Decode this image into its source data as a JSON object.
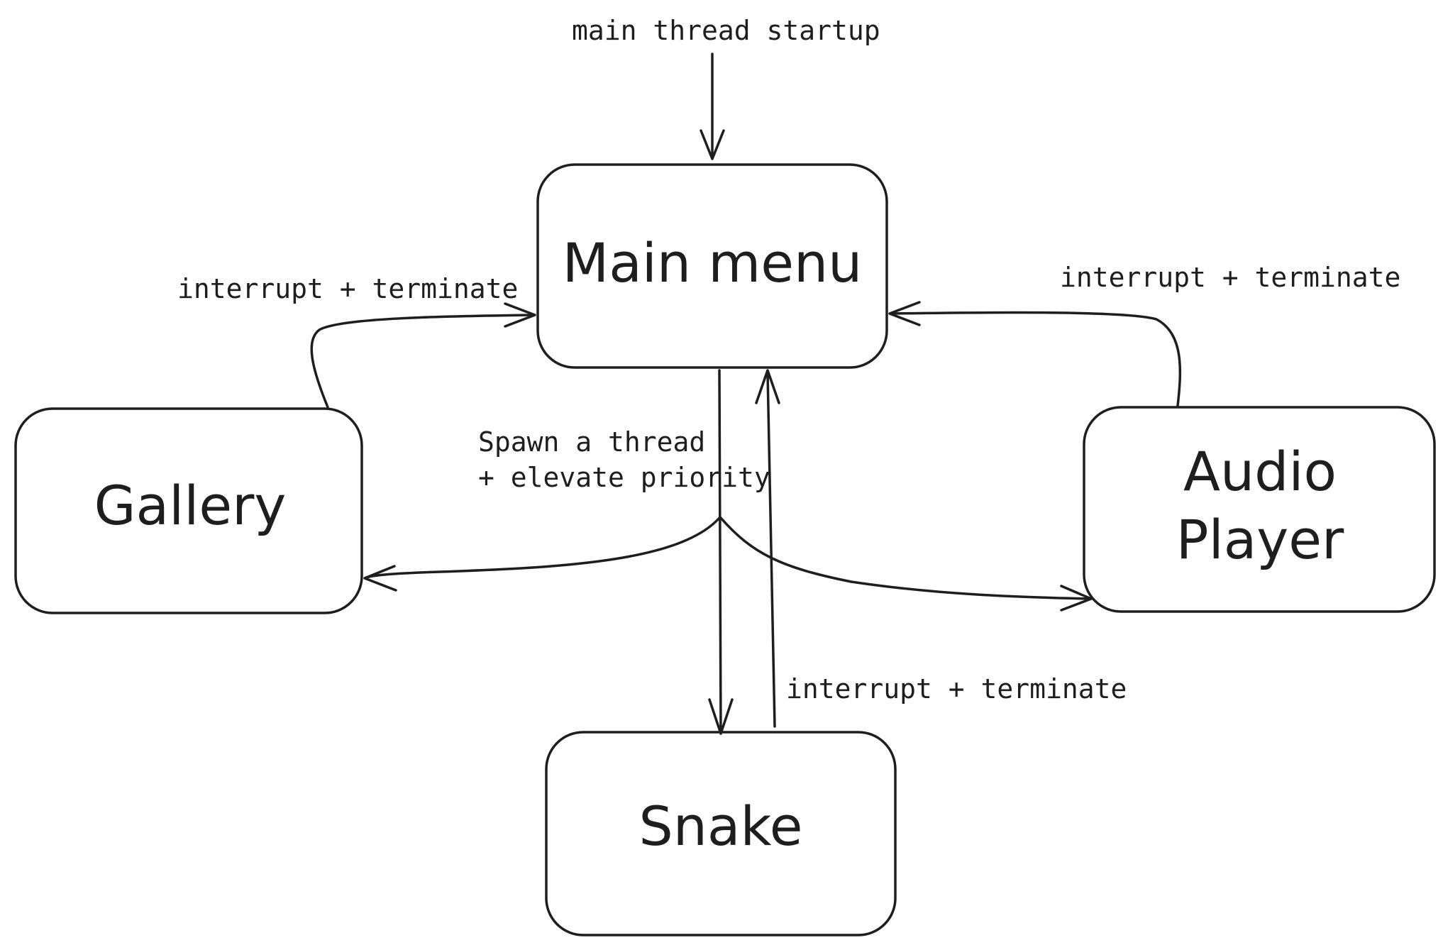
{
  "nodes": {
    "main_menu": "Main menu",
    "gallery": "Gallery",
    "audio_player_line1": "Audio",
    "audio_player_line2": "Player",
    "snake": "Snake"
  },
  "edges": {
    "startup": "main thread startup",
    "gallery_return": "interrupt + terminate",
    "audio_return": "interrupt + terminate",
    "snake_return": "interrupt + terminate",
    "spawn_line1": "Spawn a thread",
    "spawn_line2": "+ elevate priority"
  },
  "colors": {
    "stroke": "#1e1e1e",
    "background": "#ffffff"
  }
}
